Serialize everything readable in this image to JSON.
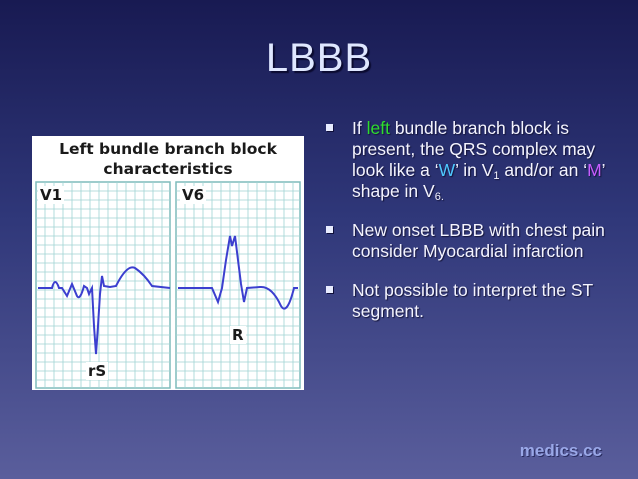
{
  "slide": {
    "title": "LBBB"
  },
  "figure": {
    "title_line1": "Left bundle branch block",
    "title_line2": "characteristics",
    "lead_left": "V1",
    "lead_right": "V6",
    "wave_left": "rS",
    "wave_right": "R",
    "grid_color": "#9fd3d3",
    "trace_color": "#3b3fcf"
  },
  "bullets": [
    {
      "if": "If ",
      "left": "left",
      "rest1": " bundle branch block is present, the QRS complex may look like a ",
      "q_open": "‘",
      "w": "W",
      "q_close": "’",
      "in_v": " in V",
      "sub1": "1",
      "andor": " and/or an ",
      "q_open2": "‘",
      "m": "M",
      "q_close2": "’",
      "shape_in": " shape in V",
      "sub6": "6."
    },
    {
      "text": "New onset LBBB with chest pain consider Myocardial infarction"
    },
    {
      "text": "Not possible to interpret the ST segment."
    }
  ],
  "watermark": "medics.cc",
  "colors": {
    "highlight_left": "#2edc2e",
    "highlight_w": "#4ec8ff",
    "highlight_m": "#c85cff"
  }
}
